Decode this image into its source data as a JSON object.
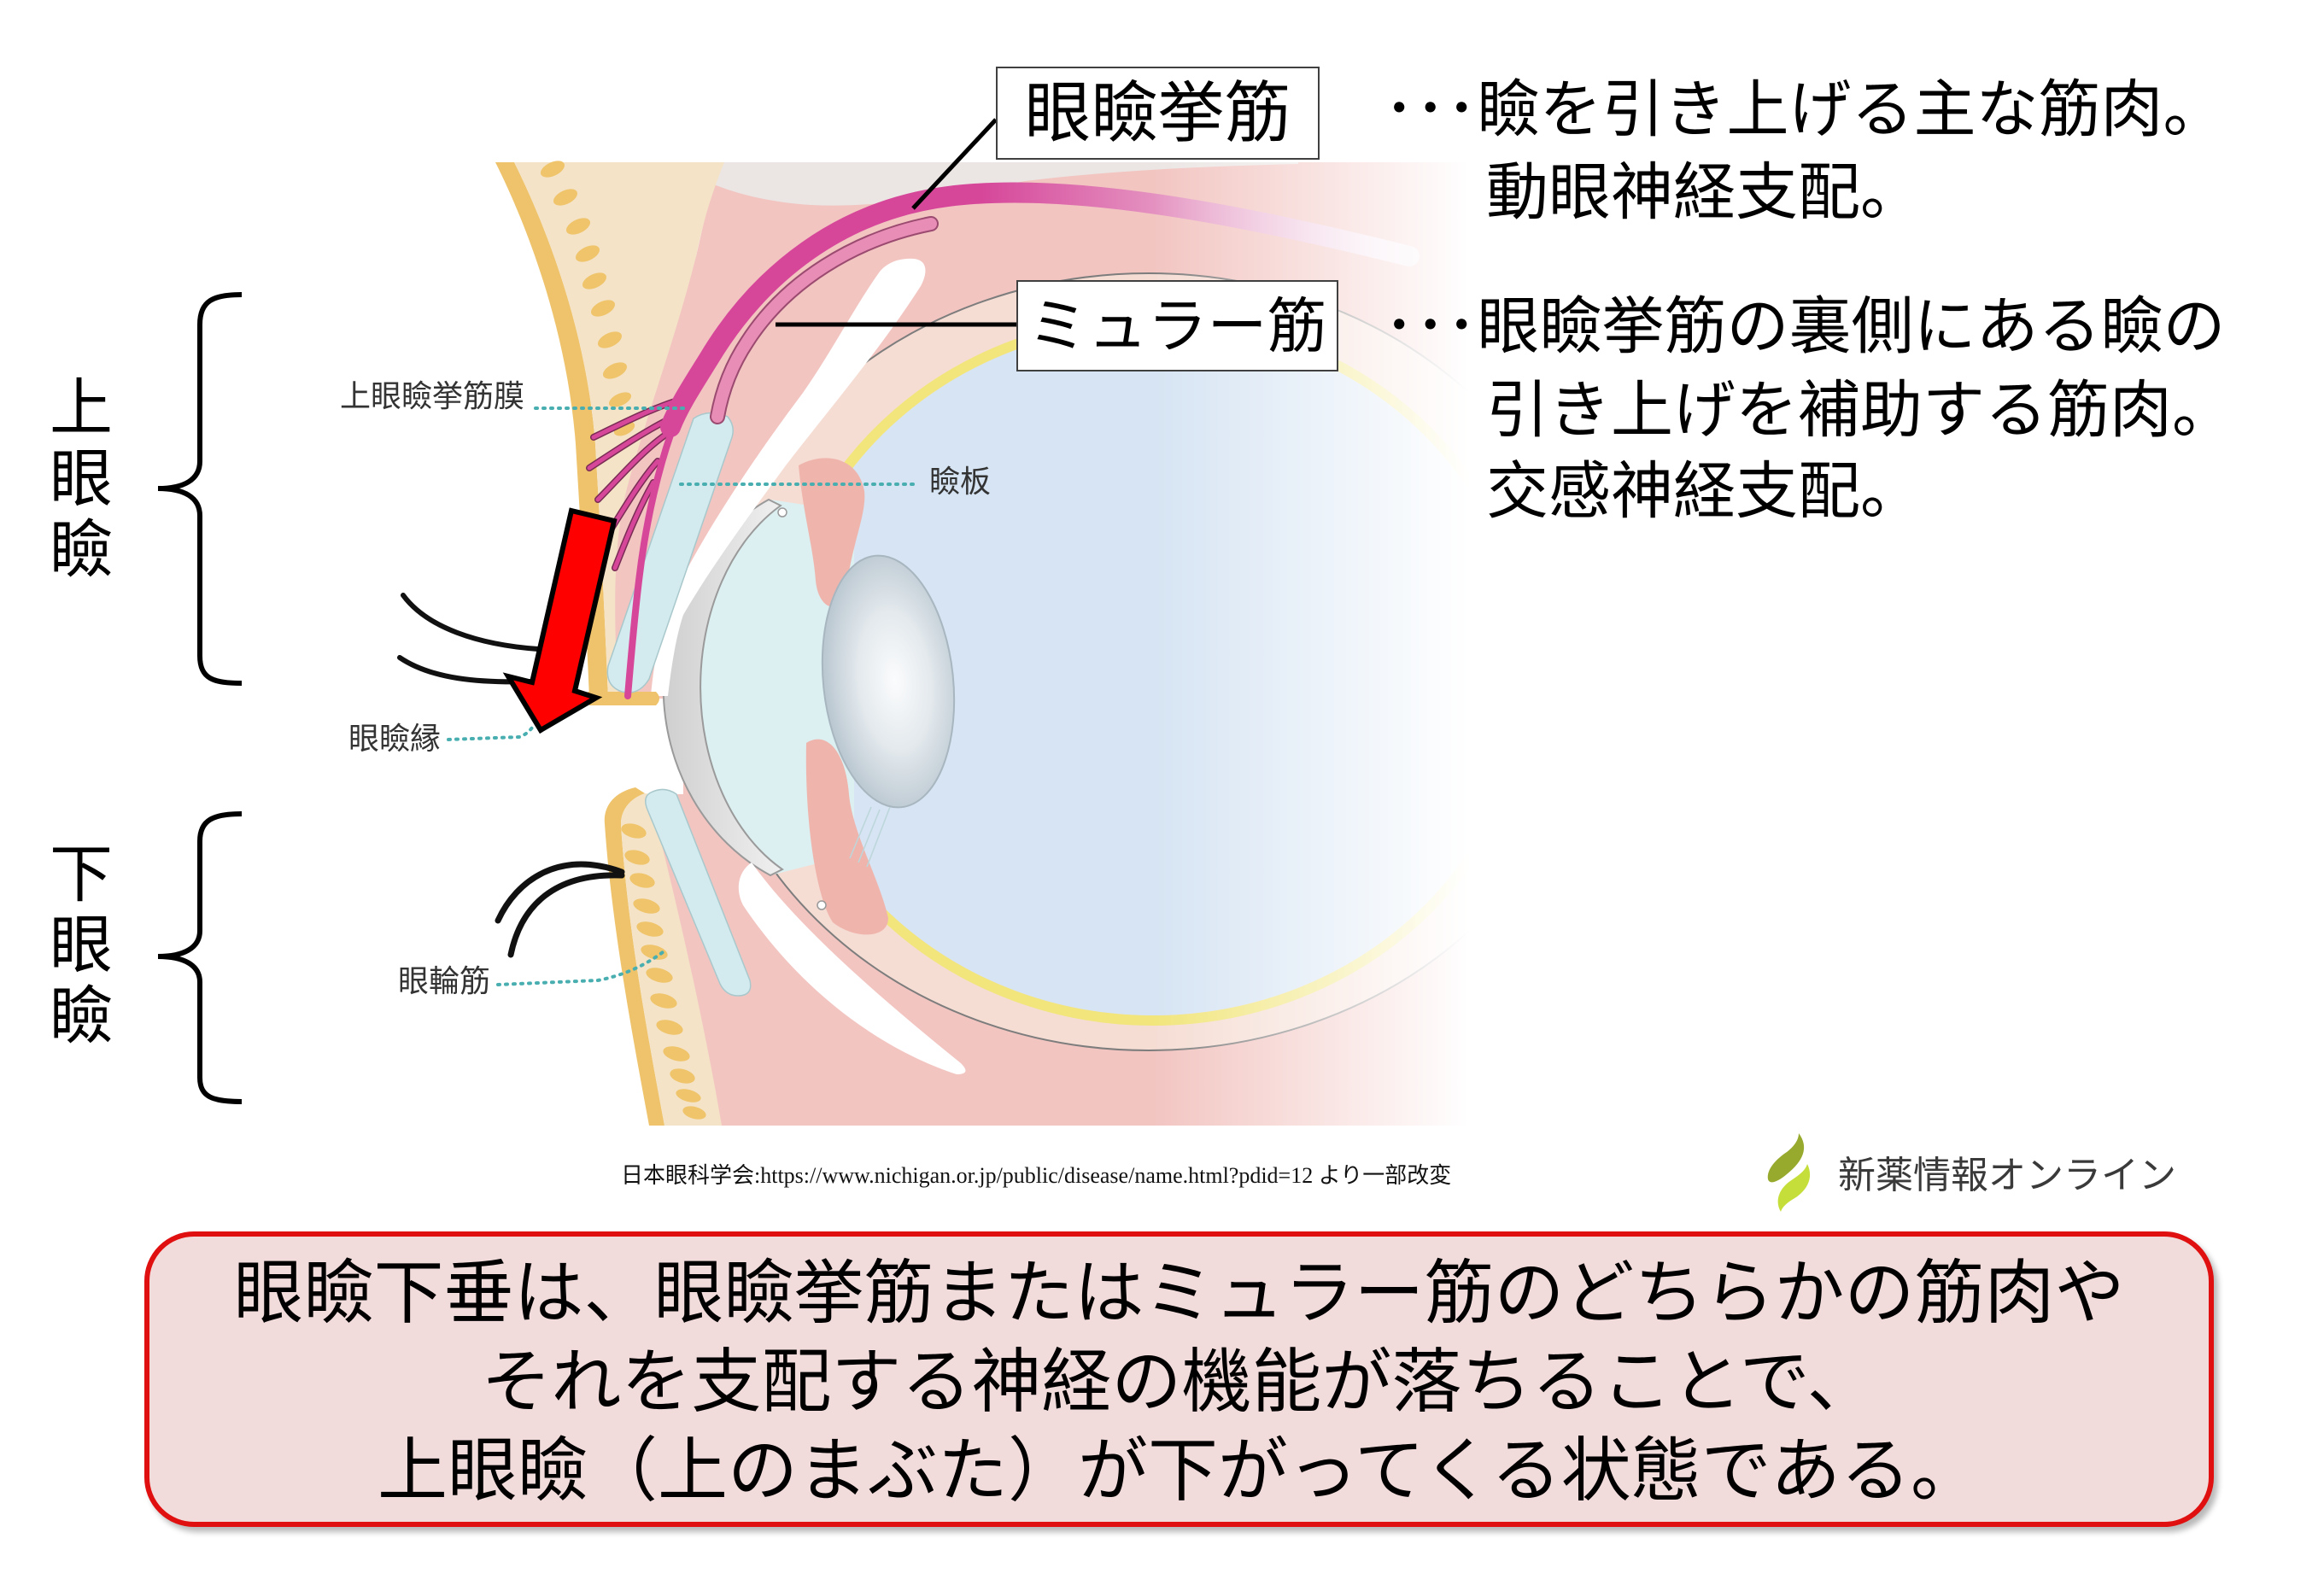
{
  "figure": {
    "callout_labels": {
      "levator": "眼瞼挙筋",
      "muller": "ミュラー筋"
    },
    "side_labels": {
      "upper_eyelid": "上眼瞼",
      "lower_eyelid": "下眼瞼"
    },
    "descriptions": {
      "levator": [
        "･･･瞼を引き上げる主な筋肉。",
        "動眼神経支配。"
      ],
      "muller": [
        "･･･眼瞼挙筋の裏側にある瞼の",
        "引き上げを補助する筋肉。",
        "交感神経支配。"
      ]
    },
    "anatomy_labels": {
      "levator_aponeurosis": "上眼瞼挙筋膜",
      "tarsus": "瞼板",
      "eyelid_margin": "眼瞼縁",
      "orbicularis_oculi": "眼輪筋"
    },
    "icons": {
      "droop_arrow": "arrow-down-icon",
      "logo": "leaf-icon"
    },
    "source_credit": "日本眼科学会:https://www.nichigan.or.jp/public/disease/name.html?pdid=12  より一部改変"
  },
  "logo": {
    "text": "新薬情報オンライン"
  },
  "summary": {
    "lines": [
      "眼瞼下垂は、眼瞼挙筋またはミュラー筋のどちらかの筋肉や",
      "それを支配する神経の機能が落ちることで、",
      "上眼瞼（上のまぶた）が下がってくる状態である。"
    ]
  },
  "colors": {
    "callout_border": "#e01010",
    "callout_fill": "#f2dcdb",
    "droop_arrow": "#ff0000",
    "levator_muscle": "#d6479a",
    "muller_muscle": "#e88eb6",
    "leader_dots": "#49aeb0",
    "logo_leaf_dark": "#98aa2e",
    "logo_leaf_light": "#c5de3a"
  }
}
